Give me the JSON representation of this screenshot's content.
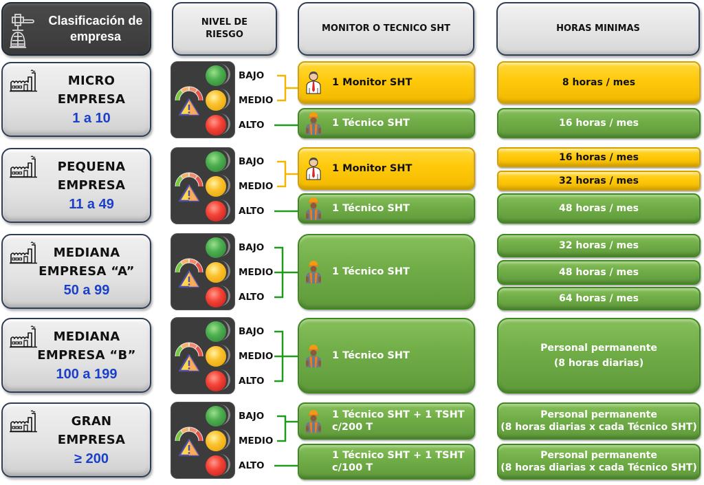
{
  "headers": {
    "classification": "Clasificación de empresa",
    "risk_level": "NIVEL DE RIESGO",
    "monitor": "MONITOR O TECNICO SHT",
    "hours": "HORAS MINIMAS"
  },
  "risk_labels": {
    "low": "BAJO",
    "medium": "MEDIO",
    "high": "ALTO"
  },
  "colors": {
    "yellow": "#ffc90a",
    "green": "#70ad47",
    "range_blue": "#1a3fc9",
    "dark": "#3c3c3c"
  },
  "rows": [
    {
      "name_line1": "MICRO",
      "name_line2": "EMPRESA",
      "range": "1 a 10",
      "staff": [
        {
          "label": "1 Monitor SHT",
          "icon": "monitor-person-icon",
          "color": "yellow",
          "covers": "BAJO, MEDIO"
        },
        {
          "label": "1 Técnico SHT",
          "icon": "technician-icon",
          "color": "green",
          "covers": "ALTO"
        }
      ],
      "hours": [
        {
          "label": "8 horas / mes",
          "color": "yellow"
        },
        {
          "label": "16 horas / mes",
          "color": "green"
        }
      ]
    },
    {
      "name_line1": "PEQUENA",
      "name_line2": "EMPRESA",
      "range": "11 a 49",
      "staff": [
        {
          "label": "1 Monitor SHT",
          "icon": "monitor-person-icon",
          "color": "yellow",
          "covers": "BAJO, MEDIO"
        },
        {
          "label": "1 Técnico SHT",
          "icon": "technician-icon",
          "color": "green",
          "covers": "ALTO"
        }
      ],
      "hours": [
        {
          "label": "16 horas / mes",
          "color": "yellow"
        },
        {
          "label": "32 horas / mes",
          "color": "yellow"
        },
        {
          "label": "48 horas / mes",
          "color": "green"
        }
      ]
    },
    {
      "name_line1": "MEDIANA",
      "name_line2": "EMPRESA “A”",
      "range": "50 a 99",
      "staff": [
        {
          "label": "1 Técnico SHT",
          "icon": "technician-icon",
          "color": "green",
          "covers": "BAJO, MEDIO, ALTO"
        }
      ],
      "hours": [
        {
          "label": "32 horas / mes",
          "color": "green"
        },
        {
          "label": "48 horas / mes",
          "color": "green"
        },
        {
          "label": "64 horas / mes",
          "color": "green"
        }
      ]
    },
    {
      "name_line1": "MEDIANA",
      "name_line2": "EMPRESA “B”",
      "range": "100 a 199",
      "staff": [
        {
          "label": "1 Técnico SHT",
          "icon": "technician-icon",
          "color": "green",
          "covers": "BAJO, MEDIO, ALTO"
        }
      ],
      "hours": [
        {
          "label_line1": "Personal permanente",
          "label_line2": "(8 horas diarias)",
          "color": "green"
        }
      ]
    },
    {
      "name_line1": "GRAN",
      "name_line2": "EMPRESA",
      "range": "≥ 200",
      "staff": [
        {
          "label_line1": "1 Técnico SHT + 1 TSHT",
          "label_line2": "c/200 T",
          "icon": "technician-icon",
          "color": "green",
          "covers": "BAJO, MEDIO"
        },
        {
          "label_line1": "1 Técnico SHT + 1 TSHT",
          "label_line2": "c/100 T",
          "color": "green",
          "covers": "ALTO"
        }
      ],
      "hours": [
        {
          "label_line1": "Personal permanente",
          "label_line2": "(8 horas diarias x cada Técnico SHT)",
          "color": "green"
        },
        {
          "label_line1": "Personal permanente",
          "label_line2": "(8 horas diarias x cada Técnico SHT)",
          "color": "green"
        }
      ]
    }
  ]
}
